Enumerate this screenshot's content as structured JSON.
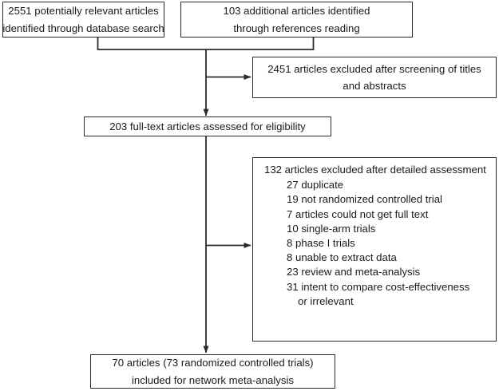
{
  "diagram": {
    "type": "prisma-flow-diagram",
    "title": "",
    "nodes": {
      "database_search": {
        "line1": "2551 potentially relevant articles",
        "line2": "identified through database search",
        "count": 2551
      },
      "references_reading": {
        "line1": "103 additional articles identified",
        "line2": "through references reading",
        "count": 103
      },
      "excluded_screening": {
        "line1": "2451 articles excluded after screening of titles",
        "line2": "and abstracts",
        "count": 2451
      },
      "eligibility": {
        "line1": "203 full-text articles assessed for eligibility",
        "count": 203
      },
      "excluded_detailed": {
        "heading": "132 articles excluded after detailed assessment",
        "count": 132,
        "reasons": [
          {
            "label": "27 duplicate",
            "count": 27
          },
          {
            "label": "19 not randomized controlled trial",
            "count": 19
          },
          {
            "label": "7 articles could not get full text",
            "count": 7
          },
          {
            "label": "10 single-arm trials",
            "count": 10
          },
          {
            "label": "8 phase I trials",
            "count": 8
          },
          {
            "label": "8 unable to extract data",
            "count": 8
          },
          {
            "label": "23 review and meta-analysis",
            "count": 23
          },
          {
            "label": "31 intent to compare cost-effectiveness",
            "count": 31
          }
        ],
        "continuation": "or irrelevant"
      },
      "final_included": {
        "line1": "70 articles (73 randomized controlled trials)",
        "line2": "included for network meta-analysis",
        "articles": 70,
        "trials": 73
      }
    },
    "colors": {
      "border": "#2b2b2b",
      "text": "#1a1a1a",
      "background": "#ffffff",
      "connector": "#2b2b2b"
    }
  }
}
